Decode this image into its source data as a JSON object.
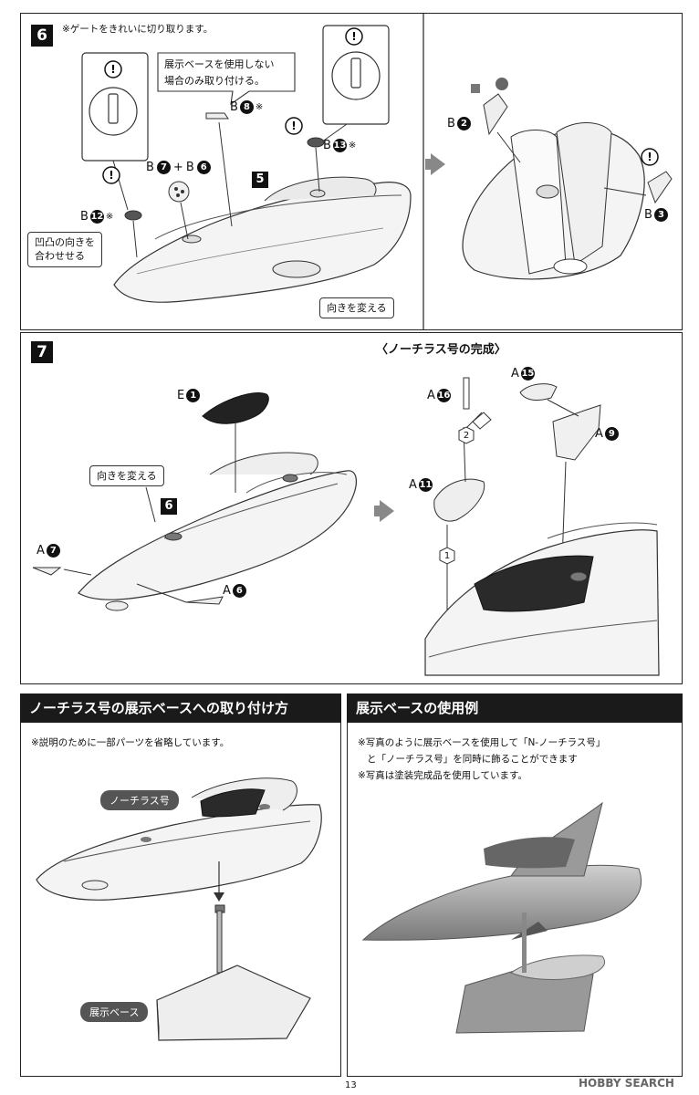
{
  "step6": {
    "number": "6",
    "gate_note": "※ゲートをきれいに切り取ります。",
    "callout_base_only": [
      "展示ベースを使用しない",
      "場合のみ取り付ける。"
    ],
    "callout_align": [
      "凹凸の向きを",
      "合わせせる"
    ],
    "callout_turn": "向きを変える",
    "step_ref": "5",
    "parts": {
      "b8": {
        "letter": "B",
        "num": "8",
        "mark": "※"
      },
      "b13": {
        "letter": "B",
        "num": "13",
        "mark": "※"
      },
      "b7b6": {
        "letter1": "B",
        "num1": "7",
        "plus": "+",
        "letter2": "B",
        "num2": "6"
      },
      "b12": {
        "letter": "B",
        "num": "12",
        "mark": "※"
      },
      "b2": {
        "letter": "B",
        "num": "2"
      },
      "b3": {
        "letter": "B",
        "num": "3"
      }
    },
    "warning_glyph": "!"
  },
  "step7": {
    "number": "7",
    "callout_turn": "向きを変える",
    "step_ref": "6",
    "completion_title": "〈ノーチラス号の完成〉",
    "parts": {
      "e1": {
        "letter": "E",
        "num": "1"
      },
      "a7": {
        "letter": "A",
        "num": "7"
      },
      "a6": {
        "letter": "A",
        "num": "6"
      },
      "a15": {
        "letter": "A",
        "num": "15"
      },
      "a16": {
        "letter": "A",
        "num": "16"
      },
      "a9": {
        "letter": "A",
        "num": "9"
      },
      "a11": {
        "letter": "A",
        "num": "11"
      }
    },
    "order_1": "1",
    "order_2": "2"
  },
  "base_attach": {
    "header": "ノーチラス号の展示ベースへの取り付け方",
    "note": "※説明のために一部パーツを省略しています。",
    "tag_ship": "ノーチラス号",
    "tag_base": "展示ベース"
  },
  "base_example": {
    "header": "展示ベースの使用例",
    "note_lines": [
      "※写真のように展示ベースを使用して「N-ノーチラス号」",
      "と「ノーチラス号」を同時に飾ることができます",
      "※写真は塗装完成品を使用しています。"
    ]
  },
  "footer": {
    "page_number": "13",
    "watermark": "HOBBY SEARCH"
  }
}
